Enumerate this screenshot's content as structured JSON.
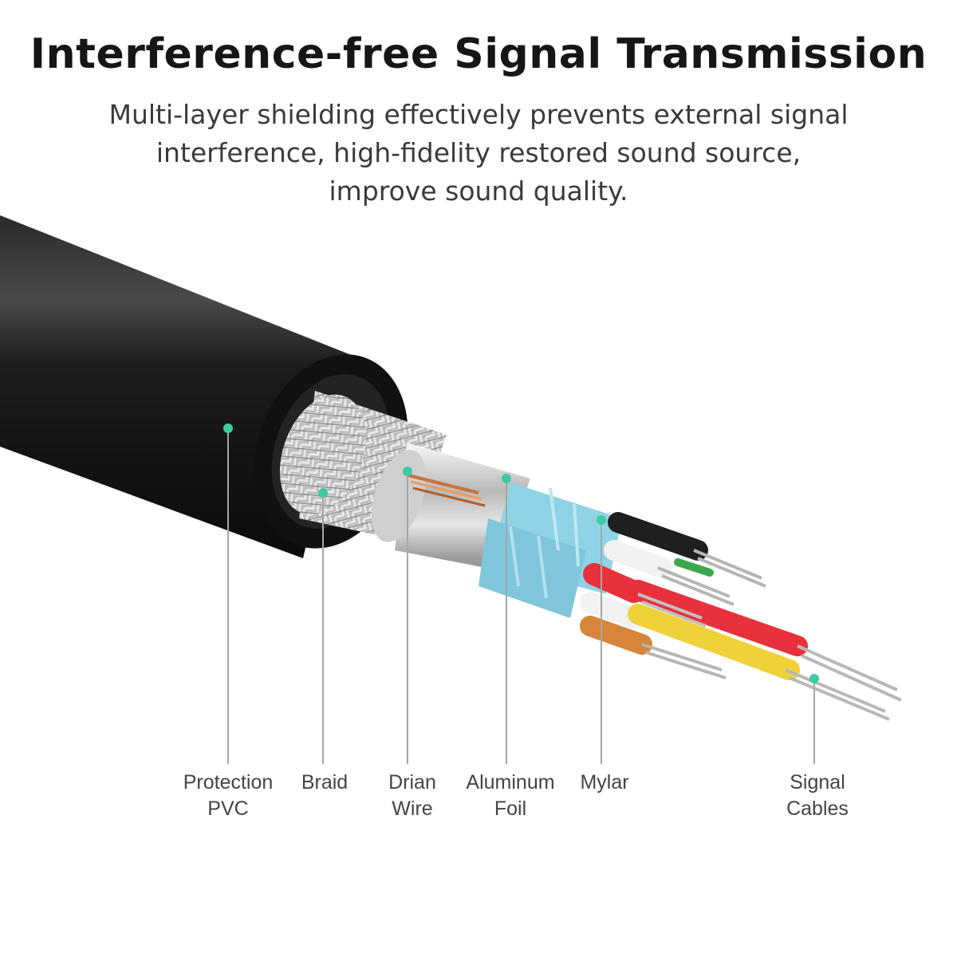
{
  "header": {
    "title": "Interference-free Signal Transmission",
    "subtitle_lines": [
      "Multi-layer shielding effectively prevents external signal",
      "interference, high-fidelity restored sound source,",
      "improve sound quality."
    ]
  },
  "layers": [
    {
      "id": "pvc",
      "lines": [
        "Protection",
        "PVC"
      ]
    },
    {
      "id": "braid",
      "lines": [
        "Braid"
      ]
    },
    {
      "id": "drain",
      "lines": [
        "Drian",
        "Wire"
      ]
    },
    {
      "id": "foil",
      "lines": [
        "Aluminum",
        "Foil"
      ]
    },
    {
      "id": "mylar",
      "lines": [
        "Mylar"
      ]
    },
    {
      "id": "signal",
      "lines": [
        "Signal",
        "Cables"
      ]
    }
  ],
  "colors": {
    "marker": "#3fc9a6",
    "leader": "#a6a6a6",
    "jacket": "#1b1b1b",
    "mylar": "#8fd3e6",
    "wire_red": "#e8313c",
    "wire_yellow": "#efd23a",
    "wire_orange": "#d6853a",
    "wire_white": "#f2f2f2",
    "wire_black": "#1f1f1f",
    "wire_green": "#3aa84a"
  }
}
